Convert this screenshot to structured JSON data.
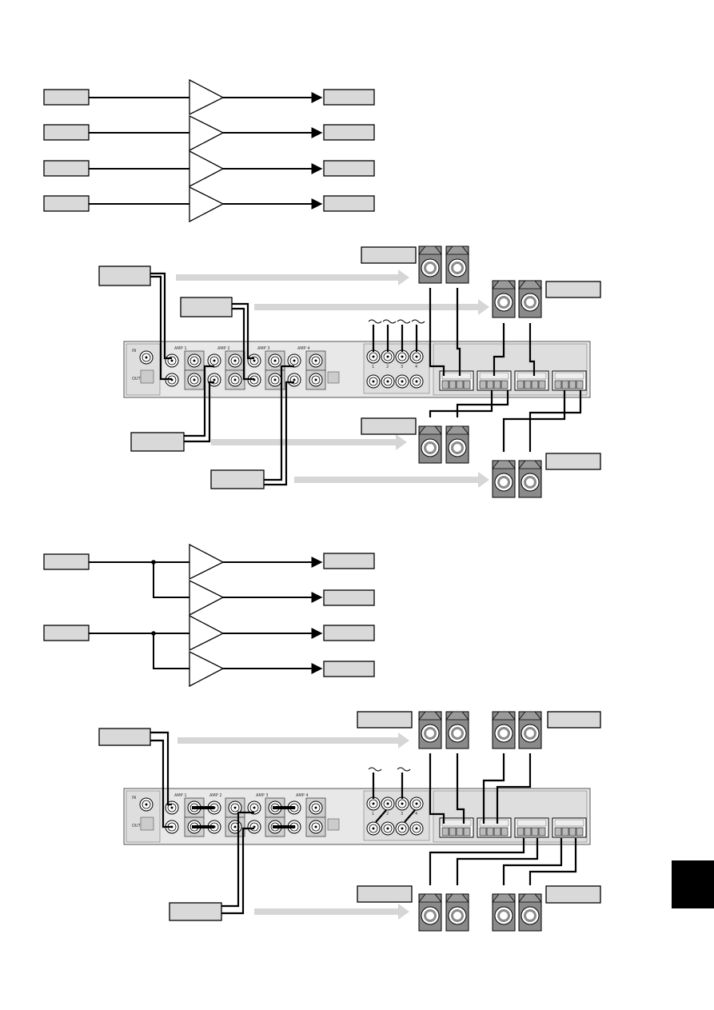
{
  "page_tab": {
    "color": "#000000"
  },
  "colors": {
    "label_fill": "#d9d9d9",
    "arrow_fill": "#d6d6d6",
    "panel_fill": "#e8e8e8"
  },
  "panel_labels": {
    "in": "IN",
    "out": "OUT",
    "amp1": "AMP 1",
    "amp2": "AMP 2",
    "amp3": "AMP 3",
    "amp4": "AMP 4",
    "ch1": "1",
    "ch2": "2",
    "ch3": "3",
    "ch4": "4"
  },
  "diagrams": [
    {
      "name": "four-channel-flow",
      "inputs": 4,
      "amps": 4,
      "outputs": 4
    },
    {
      "name": "four-channel-wiring",
      "speaker_pairs": 4
    },
    {
      "name": "two-to-four-flow",
      "inputs": 2,
      "amps": 4,
      "outputs": 4
    },
    {
      "name": "two-to-four-wiring",
      "speaker_pairs": 4
    }
  ]
}
